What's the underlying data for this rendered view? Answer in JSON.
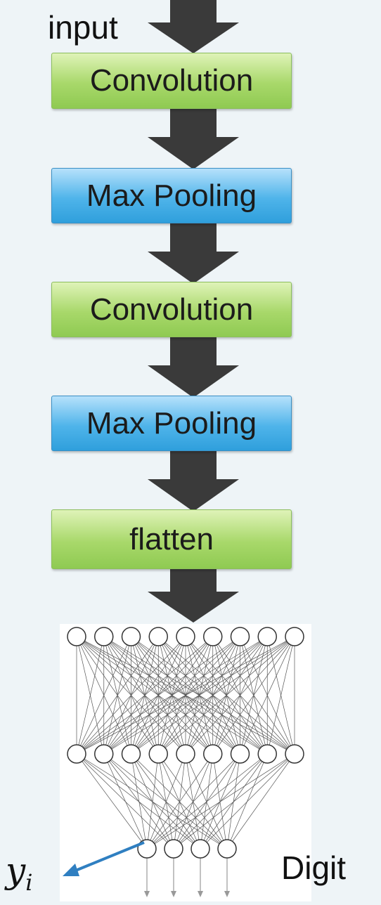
{
  "input_label": "input",
  "layers": [
    {
      "label": "Convolution",
      "kind": "conv"
    },
    {
      "label": "Max Pooling",
      "kind": "pool"
    },
    {
      "label": "Convolution",
      "kind": "conv"
    },
    {
      "label": "Max Pooling",
      "kind": "pool"
    },
    {
      "label": "flatten",
      "kind": "flatten"
    }
  ],
  "output_label": "Digit",
  "y_symbol": "y",
  "y_subscript": "i",
  "colors": {
    "green_box": "#a8d86a",
    "blue_box": "#4fb4ea",
    "arrow": "#3a3a3a",
    "pointer": "#2f7fc1"
  }
}
